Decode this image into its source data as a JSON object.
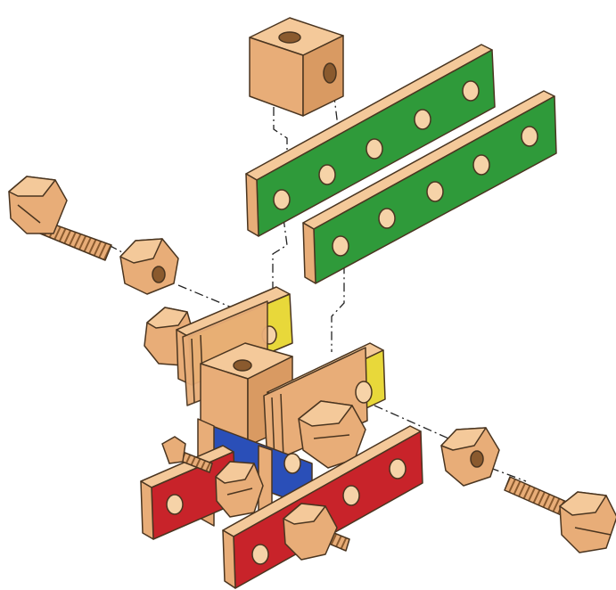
{
  "diagram": {
    "kind": "exploded-assembly",
    "colors": {
      "wood_top": "#f4c99a",
      "wood_face": "#e8ad78",
      "wood_shade": "#c98c55",
      "outline": "#4a3520",
      "green": "#2f9a3a",
      "green_dark": "#1f7a2a",
      "yellow": "#e8d83a",
      "yellow_dark": "#c9b82a",
      "red": "#c8232a",
      "red_dark": "#9e1b20",
      "blue": "#2a4fb8",
      "blue_dark": "#1c3a8c",
      "hole": "#f6d3a8",
      "line": "#222222"
    },
    "parts": [
      {
        "id": "top-nut-block",
        "icon": "cube-nut-icon"
      },
      {
        "id": "green-strip-1",
        "icon": "perforated-strip-icon",
        "color": "green"
      },
      {
        "id": "green-strip-2",
        "icon": "perforated-strip-icon",
        "color": "green"
      },
      {
        "id": "left-bolt",
        "icon": "bolt-icon"
      },
      {
        "id": "left-nut",
        "icon": "hex-nut-icon"
      },
      {
        "id": "yellow-plate-1",
        "icon": "plate-icon",
        "color": "yellow"
      },
      {
        "id": "yellow-plate-2",
        "icon": "plate-icon",
        "color": "yellow"
      },
      {
        "id": "center-block",
        "icon": "cube-nut-icon"
      },
      {
        "id": "blue-plate",
        "icon": "plate-icon",
        "color": "blue"
      },
      {
        "id": "red-strip-1",
        "icon": "perforated-strip-icon",
        "color": "red"
      },
      {
        "id": "red-strip-2",
        "icon": "perforated-strip-icon",
        "color": "red"
      },
      {
        "id": "right-nut",
        "icon": "hex-nut-icon"
      },
      {
        "id": "right-bolt",
        "icon": "bolt-icon"
      },
      {
        "id": "center-bolt",
        "icon": "bolt-icon"
      },
      {
        "id": "bottom-bolt",
        "icon": "bolt-icon"
      }
    ]
  }
}
